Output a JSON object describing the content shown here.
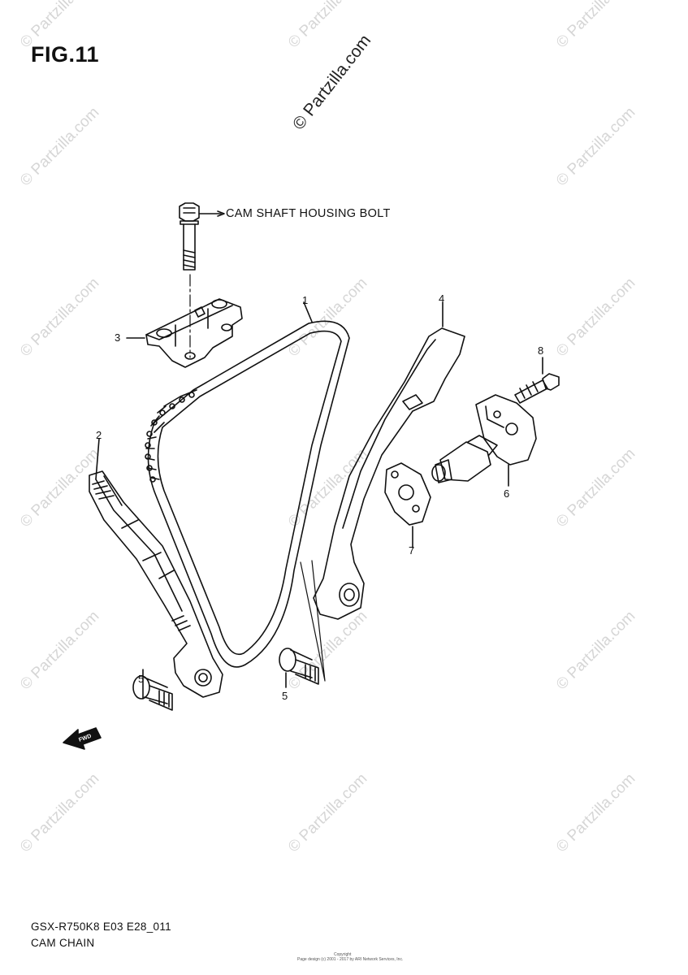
{
  "figure": {
    "title": "FIG.11",
    "code": "GSX-R750K8 E03 E28_011",
    "name": "CAM CHAIN"
  },
  "labels": {
    "cam_shaft_housing_bolt": "CAM SHAFT HOUSING BOLT",
    "fwd": "FWD"
  },
  "callouts": [
    "1",
    "2",
    "3",
    "4",
    "5",
    "5",
    "6",
    "7",
    "8"
  ],
  "watermark": {
    "main": "© Partzilla.com",
    "tile": "© Partzilla.com"
  },
  "footer": {
    "copyright_title": "Copyright",
    "copyright_line": "Page design (c) 2001 - 2017 by ARI Network Services, Inc."
  }
}
